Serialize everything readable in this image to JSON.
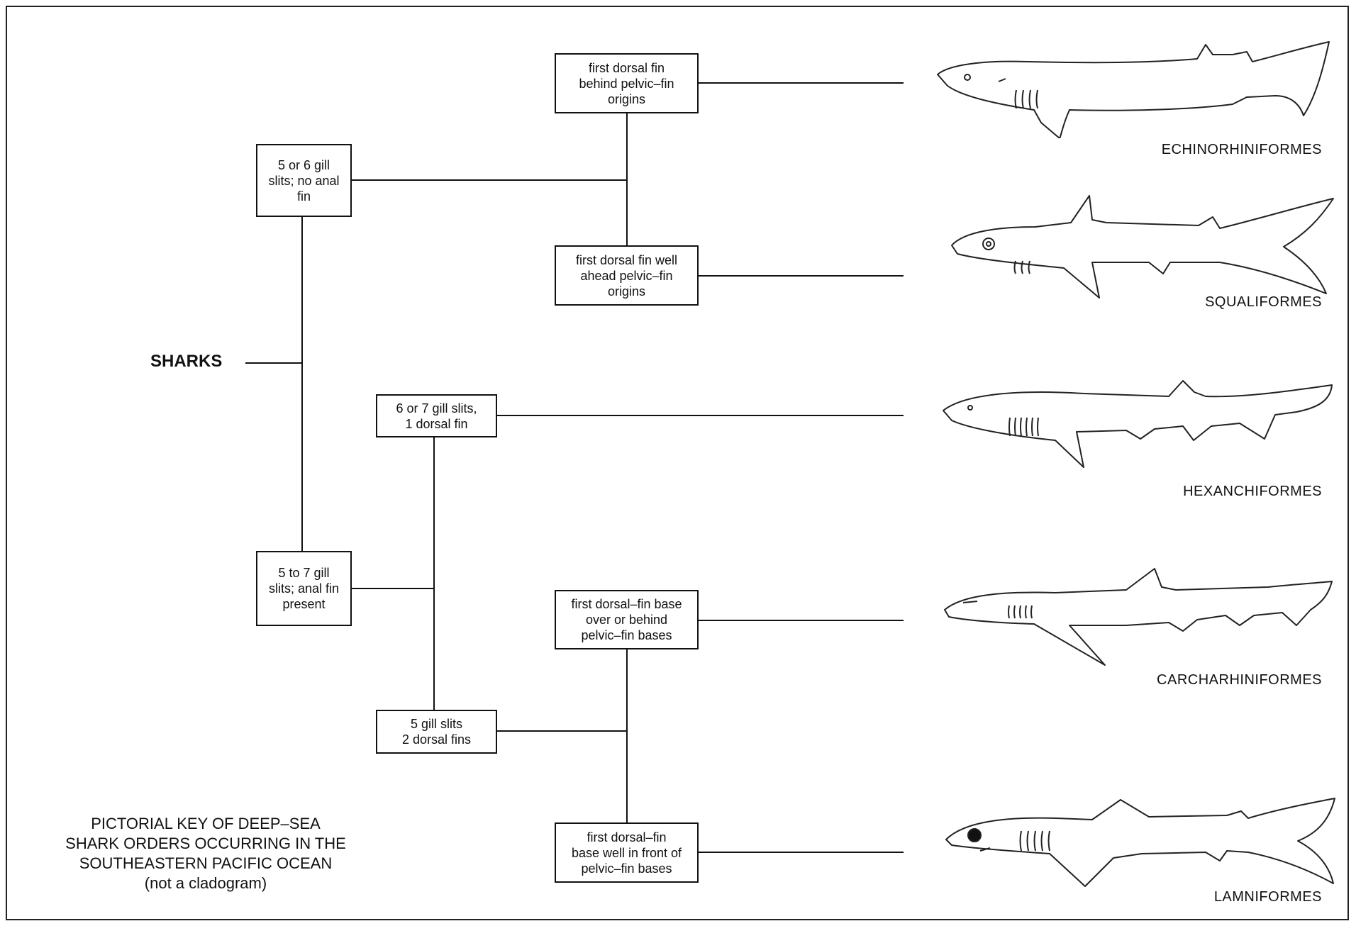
{
  "root": "SHARKS",
  "nodes": {
    "no_anal": "5 or 6 gill\nslits; no anal\nfin",
    "anal_present": "5 to 7 gill\nslits; anal fin\npresent",
    "behind_pelvic": "first dorsal fin\nbehind pelvic–fin\norigins",
    "ahead_pelvic": "first dorsal fin well\nahead pelvic–fin\norigins",
    "six_seven": "6 or 7 gill slits,\n1 dorsal fin",
    "five_two": "5 gill slits\n2 dorsal fins",
    "over_behind": "first dorsal–fin base\nover or behind\npelvic–fin bases",
    "well_front": "first dorsal–fin\nbase well in front of\npelvic–fin bases"
  },
  "orders": [
    {
      "label": "ECHINORHINIFORMES",
      "icon": "shark-echinorhinus-icon"
    },
    {
      "label": "SQUALIFORMES",
      "icon": "shark-squalus-icon"
    },
    {
      "label": "HEXANCHIFORMES",
      "icon": "shark-hexanchus-icon"
    },
    {
      "label": "CARCHARHINIFORMES",
      "icon": "shark-carcharhinus-icon"
    },
    {
      "label": "LAMNIFORMES",
      "icon": "shark-lamna-icon"
    }
  ],
  "title_lines": [
    "PICTORIAL KEY OF DEEP–SEA",
    "SHARK ORDERS OCCURRING IN THE",
    "SOUTHEASTERN PACIFIC OCEAN",
    "(not a cladogram)"
  ]
}
